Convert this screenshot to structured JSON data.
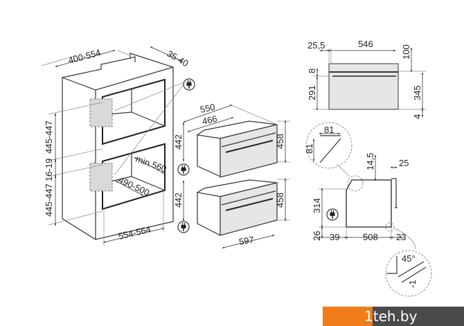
{
  "left_cabinet": {
    "depth": "400-554",
    "gap": "35-40",
    "upper_height": "445-447",
    "spacer": "16-19",
    "lower_height": "445-447",
    "inner_depth": "min.560",
    "inner_height": "490-500",
    "width": "554-564"
  },
  "middle_ovens": {
    "depth_total": "550",
    "depth_body": "466",
    "upper_body_height": "442",
    "lower_body_height": "442",
    "upper_front_height": "458",
    "lower_front_height": "458",
    "front_width": "597"
  },
  "front_view": {
    "left_offset": "25,5",
    "width": "546",
    "top_gap": "100",
    "top_strip": "8",
    "door_height": "291",
    "body_height": "345",
    "bottom_gap": "4"
  },
  "side_view": {
    "chamfer_w": "81",
    "chamfer_h": "81",
    "top_offset": "14,5",
    "front_thickness": "25",
    "height": "314",
    "base": "26",
    "rear": "39",
    "depth": "508",
    "front": "23",
    "angle": "45°",
    "offset": "-1"
  },
  "icons": [
    "plug-icon"
  ],
  "watermark": {
    "text": "1teh.by",
    "colors": [
      "#f07d1a",
      "#4a4a4a"
    ]
  }
}
